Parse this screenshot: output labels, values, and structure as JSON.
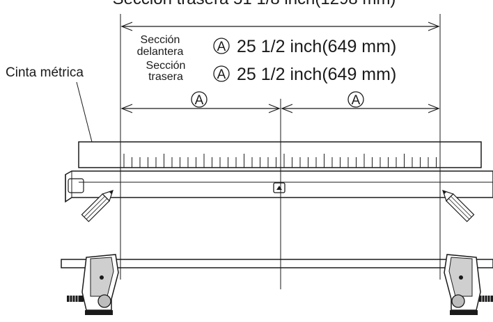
{
  "top_caption_partial": "Sección trasera 51 1/8 inch(1298 mm)",
  "callout_label": "Cinta métrica",
  "front_section": {
    "label_line1": "Sección",
    "label_line2": "delantera",
    "symbol": "A",
    "measurement": "25 1/2 inch(649 mm)"
  },
  "rear_section": {
    "label_line1": "Sección",
    "label_line2": "trasera",
    "symbol": "A",
    "measurement": "25 1/2 inch(649 mm)"
  },
  "half_span_symbols": [
    "A",
    "A"
  ],
  "center_mark_icon": "triangle-up-icon",
  "icons": [
    "pencil-icon",
    "foot-bracket-icon",
    "triangle-up-icon"
  ]
}
